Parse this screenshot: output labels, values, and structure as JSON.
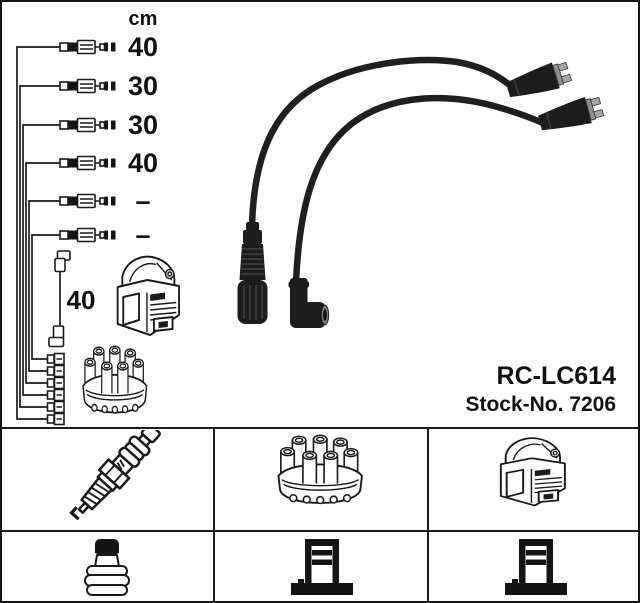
{
  "product": {
    "part_number": "RC-LC614",
    "stock_number": "Stock-No. 7206"
  },
  "diagram": {
    "unit_header": "cm",
    "wire_lengths": [
      {
        "value": "40"
      },
      {
        "value": "30"
      },
      {
        "value": "30"
      },
      {
        "value": "40"
      },
      {
        "value": "–"
      },
      {
        "value": "–"
      }
    ],
    "coil_wire_length": "40"
  },
  "legend_icons": {
    "row1": [
      "spark-plug-icon",
      "distributor-cap-icon",
      "ignition-coil-icon"
    ],
    "row2": [
      "plug-terminal-icon",
      "distributor-terminal-icon",
      "coil-terminal-icon"
    ]
  },
  "colors": {
    "background": "#ffffff",
    "line": "#1a1a1a",
    "cable": "#1f1f1f",
    "border": "#141414"
  }
}
